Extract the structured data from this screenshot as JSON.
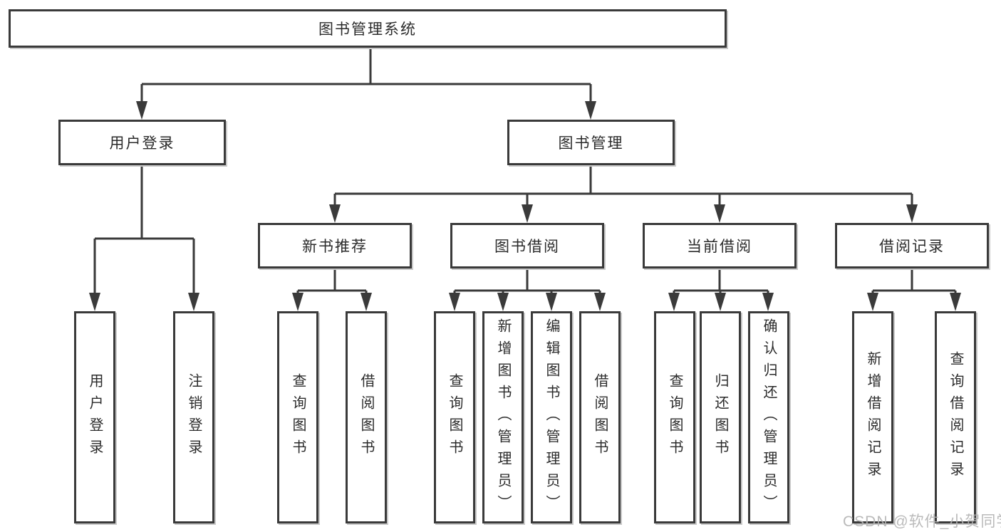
{
  "tree": {
    "label": "图书管理系统",
    "children": [
      {
        "label": "用户登录",
        "children": [
          {
            "label": "用户登录"
          },
          {
            "label": "注销登录"
          }
        ]
      },
      {
        "label": "图书管理",
        "children": [
          {
            "label": "新书推荐",
            "children": [
              {
                "label": "查询图书"
              },
              {
                "label": "借阅图书"
              }
            ]
          },
          {
            "label": "图书借阅",
            "children": [
              {
                "label": "查询图书"
              },
              {
                "label": "新增图书（管理员）"
              },
              {
                "label": "编辑图书（管理员）"
              },
              {
                "label": "借阅图书"
              }
            ]
          },
          {
            "label": "当前借阅",
            "children": [
              {
                "label": "查询图书"
              },
              {
                "label": "归还图书"
              },
              {
                "label": "确认归还（管理员）"
              }
            ]
          },
          {
            "label": "借阅记录",
            "children": [
              {
                "label": "新增借阅记录"
              },
              {
                "label": "查询借阅记录"
              }
            ]
          }
        ]
      }
    ]
  },
  "watermark": {
    "text": "CSDN @软件_小贺同学"
  },
  "colors": {
    "line": "#3a3a3a",
    "box_border": "#3a3a3a",
    "text": "#2b2b2b",
    "background": "#ffffff",
    "watermark": "#b3b3b3"
  }
}
